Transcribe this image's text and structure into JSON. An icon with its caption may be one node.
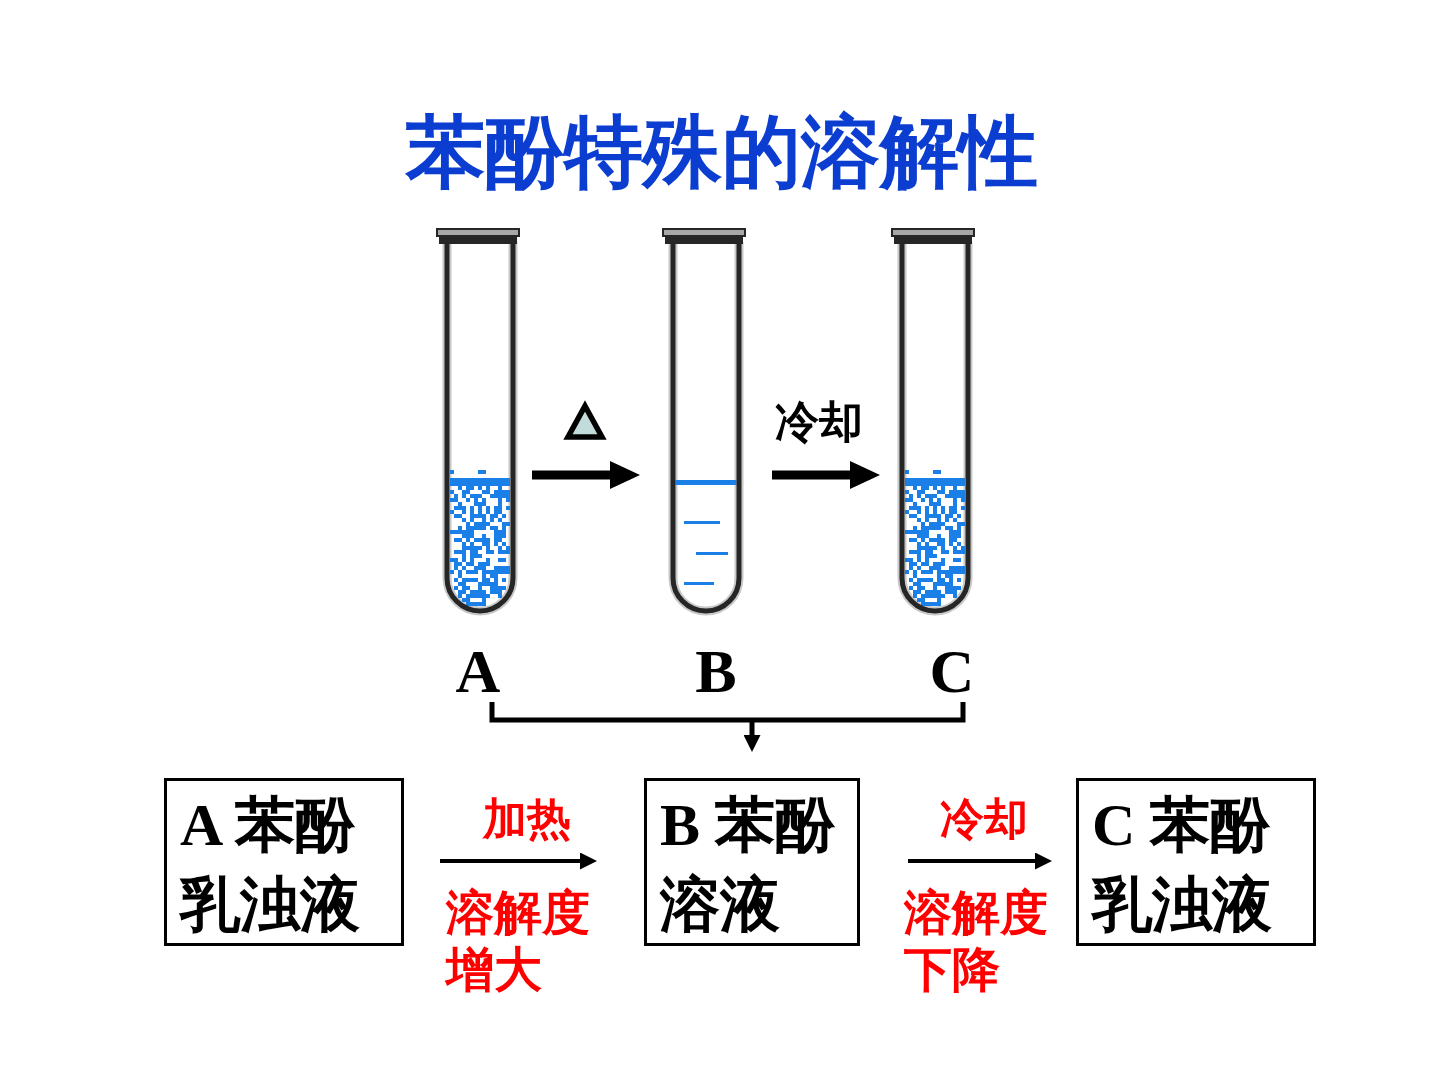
{
  "diagram": {
    "title": "苯酚特殊的溶解性",
    "nodes": [
      {
        "text": [],
        "shape": "picture"
      },
      {
        "text": [],
        "shape": "picture"
      },
      {
        "text": [],
        "shape": "picture"
      },
      {
        "text": [
          "A"
        ]
      },
      {
        "text": [
          "B"
        ]
      },
      {
        "text": [
          "C"
        ]
      },
      {
        "text": [
          "A 苯酚乳浊液"
        ]
      },
      {
        "text": [
          "B 苯酚溶液"
        ]
      },
      {
        "text": [
          "C 苯酚乳浊液"
        ]
      }
    ],
    "edges": [
      {
        "from": 0,
        "to": 1,
        "arrow": "to",
        "style": "thick"
      },
      {
        "from": 1,
        "to": 2,
        "arrow": "to",
        "style": "thick",
        "label": "冷却"
      },
      {
        "from": 3,
        "to": 7,
        "arrow": "to"
      },
      {
        "from": 5,
        "to": 7,
        "arrow": "to"
      },
      {
        "from": 6,
        "to": 7,
        "arrow": "to",
        "label": "加热"
      },
      {
        "from": 7,
        "to": 8,
        "arrow": "to",
        "label": "冷却"
      }
    ],
    "labels": [
      "溶解度增大",
      "溶解度下降"
    ]
  }
}
